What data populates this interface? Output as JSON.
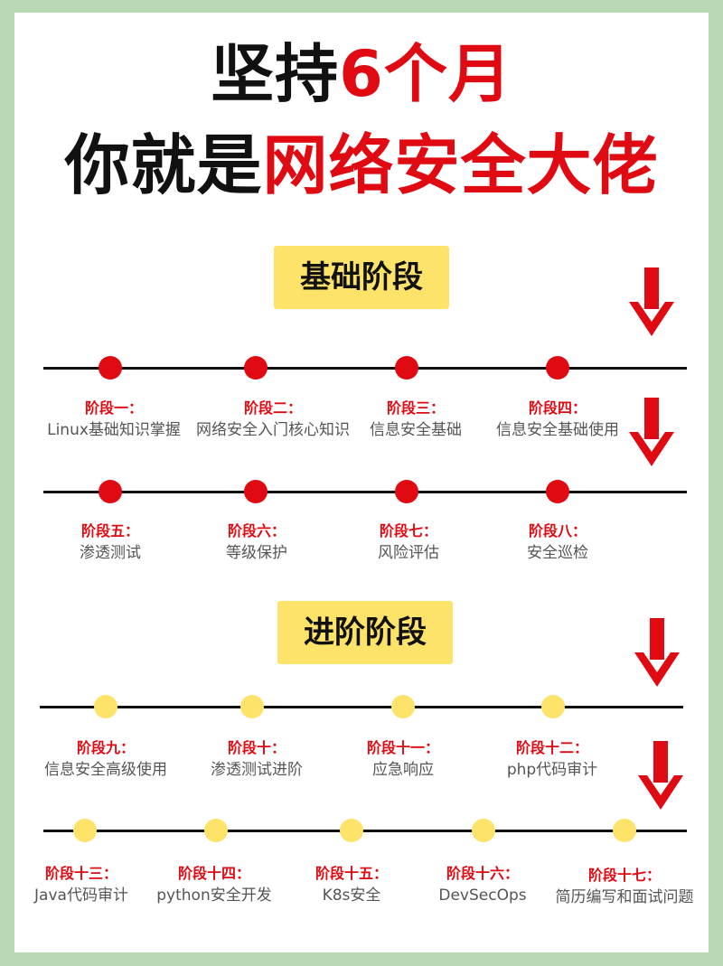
{
  "header": {
    "line1_black": "坚持",
    "line1_red": "6个月",
    "line2_black": "你就是",
    "line2_red": "网络安全大佬"
  },
  "sections": {
    "basic": "基础阶段",
    "advanced": "进阶阶段"
  },
  "stages": [
    {
      "name": "阶段一：",
      "desc": "Linux基础知识掌握"
    },
    {
      "name": "阶段二：",
      "desc": "网络安全入门核心知识"
    },
    {
      "name": "阶段三：",
      "desc": "信息安全基础"
    },
    {
      "name": "阶段四：",
      "desc": "信息安全基础使用"
    },
    {
      "name": "阶段五：",
      "desc": "渗透测试"
    },
    {
      "name": "阶段六：",
      "desc": "等级保护"
    },
    {
      "name": "阶段七：",
      "desc": "风险评估"
    },
    {
      "name": "阶段八：",
      "desc": "安全巡检"
    },
    {
      "name": "阶段九：",
      "desc": "信息安全高级使用"
    },
    {
      "name": "阶段十：",
      "desc": "渗透测试进阶"
    },
    {
      "name": "阶段十一：",
      "desc": "应急响应"
    },
    {
      "name": "阶段十二：",
      "desc": "php代码审计"
    },
    {
      "name": "阶段十三：",
      "desc": "Java代码审计"
    },
    {
      "name": "阶段十四：",
      "desc": "python安全开发"
    },
    {
      "name": "阶段十五：",
      "desc": "K8s安全"
    },
    {
      "name": "阶段十六：",
      "desc": "DevSecOps"
    },
    {
      "name": "阶段十七：",
      "desc": "简历编写和面试问题"
    }
  ],
  "colors": {
    "accent_red": "#e00a13",
    "highlight_yellow": "#fde36a",
    "background_green": "#b9d9b5"
  },
  "icons": {
    "arrow": "down-arrow-icon",
    "red_dot": "timeline-dot-red",
    "yellow_dot": "timeline-dot-yellow"
  }
}
